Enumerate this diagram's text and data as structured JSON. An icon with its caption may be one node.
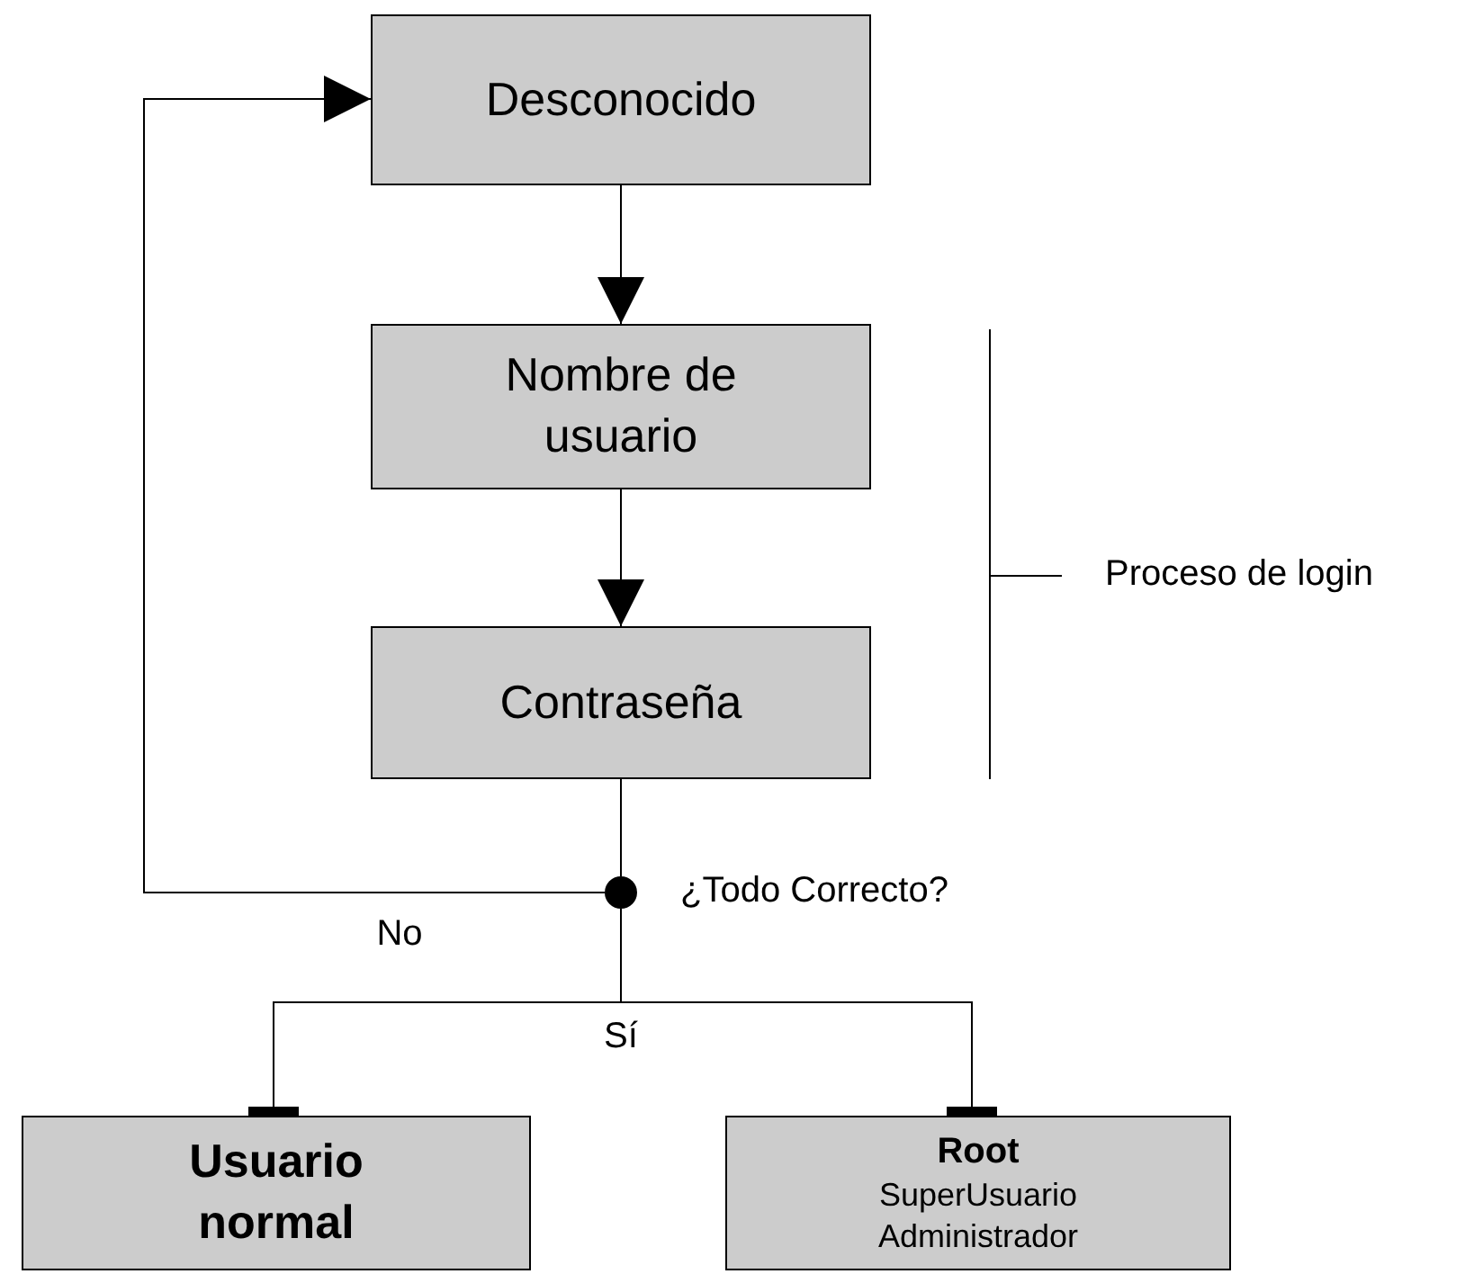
{
  "diagram": {
    "nodes": [
      {
        "text": [
          "Desconocido"
        ]
      },
      {
        "text": [
          "Nombre de usuario"
        ]
      },
      {
        "text": [
          "Contraseña"
        ]
      },
      {
        "text": [],
        "shape": "circle",
        "beside": [
          "¿Todo Correcto?"
        ]
      },
      {
        "text": [
          "Usuario normal"
        ]
      },
      {
        "text": [
          "Root",
          "SuperUsuario Administrador"
        ]
      }
    ],
    "edges": [
      {
        "from": 0,
        "to": 1,
        "arrow": "to"
      },
      {
        "from": 1,
        "to": 2,
        "arrow": "to"
      },
      {
        "from": 2,
        "to": 3,
        "arrow": "none"
      },
      {
        "from": 3,
        "to": 0,
        "arrow": "to",
        "label": "No"
      },
      {
        "from": 3,
        "to": 4,
        "arrow": "other",
        "label": "Sí"
      },
      {
        "from": 3,
        "to": 5,
        "arrow": "other"
      }
    ],
    "labels": [
      "Proceso de login"
    ]
  }
}
